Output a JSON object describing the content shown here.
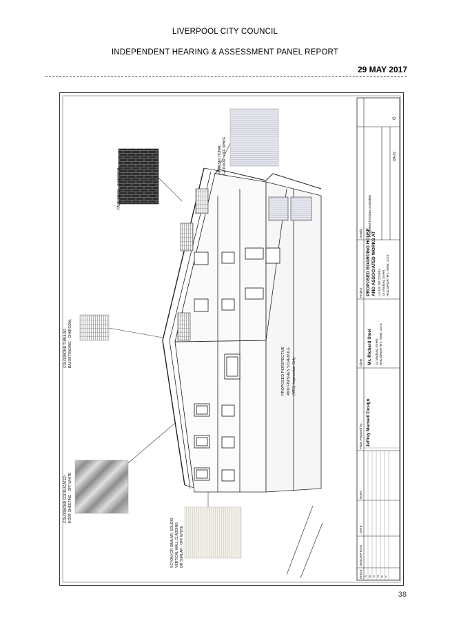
{
  "header": {
    "council": "LIVERPOOL CITY COUNCIL",
    "report": "INDEPENDENT HEARING & ASSESSMENT PANEL REPORT",
    "date": "29 MAY 2017"
  },
  "drawing": {
    "callouts": {
      "face_brick": "FACE BRICK - CHARCOAL",
      "garage_door_1": "ALUMINIUM SECTIONAL",
      "garage_door_2": "GARAGE DOOR - OFF WHITE",
      "balustrade_1": "COLORBOND TUBULAR",
      "balustrade_2": "BALUSTRADING - CHARCOAL",
      "roof_1": "COLORBOND CORRUGATED",
      "roof_2": "ROOF SHEETING - OFF WHITE",
      "cladding_1": "SCYON (OR SIMILAR) SOLIDIS",
      "cladding_2": "VERTICAL WALL CLADDING",
      "cladding_3": "OR SIMILAR - OFF WHITE"
    },
    "perspective_note": {
      "line1": "PROPOSED PERSPECTIVE",
      "line2": "AND FINISHES SCHEDULE",
      "line3": "(NTS) Impression Only"
    },
    "title_block": {
      "issue_header": "ISSUE",
      "description_header": "DESCRIPTION",
      "date_header": "DATE",
      "notes_header": "Notes",
      "issues": [
        "A",
        "B",
        "C",
        "D",
        "E",
        "F"
      ],
      "prepared_by_label": "Plans Prepared by:",
      "designer": "Jeffrey Mansell Design",
      "client_label": "Client",
      "client": "Mr. Richard Steel",
      "client_addr1": "24 Madang Street,",
      "client_addr2": "HOLSWORTHY, NSW, 2173",
      "project_label": "Project",
      "project1": "PROPOSED BOARDING HOUSE",
      "project2": "AND ASSOCIATED WORKS AT",
      "project3": "Lot 63, DP 224851",
      "project4": "24 Madang Street,",
      "project5": "HOLSWORTHY, NSW, 2173",
      "details_label": "Details",
      "details_value": "Proposed Finishes Schedule",
      "sheet_no": "DA-07",
      "rev": "G"
    }
  },
  "page_number": "38"
}
